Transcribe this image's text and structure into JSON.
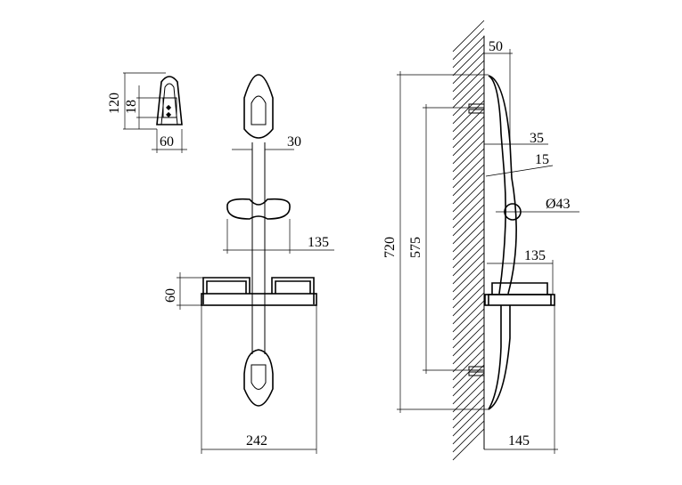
{
  "diagram": {
    "dimensions": {
      "top_height": "120",
      "top_inner": "18",
      "top_width": "60",
      "bar_diameter": "30",
      "holder_width": "135",
      "shelf_height": "60",
      "shelf_width": "242",
      "total_height": "720",
      "mount_distance": "575",
      "wall_offset": "50",
      "bar_offset_35": "35",
      "bar_offset_15": "15",
      "slider_diameter": "Ø43",
      "side_shelf_width": "135",
      "side_depth": "145"
    }
  }
}
